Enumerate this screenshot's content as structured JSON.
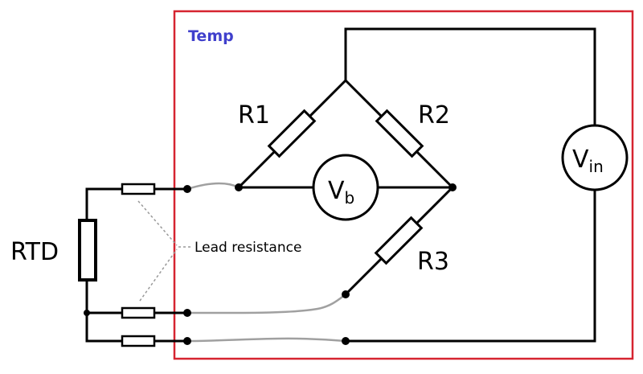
{
  "enclosure": {
    "label": "Temp",
    "border_color": "#d62430",
    "label_color": "#4040cc"
  },
  "components": {
    "rtd": "RTD",
    "r1": "R1",
    "r2": "R2",
    "r3": "R3",
    "vb": {
      "main": "V",
      "sub": "b"
    },
    "vin": {
      "main": "V",
      "sub": "in"
    }
  },
  "annotation": {
    "lead_resistance": "Lead resistance"
  },
  "colors": {
    "wire": "#000000",
    "lead_wire": "#a0a0a0",
    "dashed": "#999999"
  }
}
